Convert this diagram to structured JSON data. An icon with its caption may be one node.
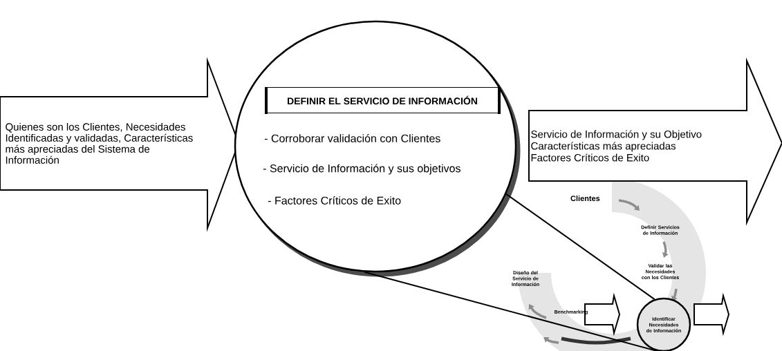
{
  "diagram": {
    "nodes": [
      {
        "text": [
          "Quienes son los Clientes, Necesidades Identificadas y validadas, Características más apreciadas del Sistema de Información"
        ]
      },
      {
        "text": [
          "- Corroborar validación con Clientes",
          "- Servicio de Información y sus objetivos",
          "- Factores Críticos de Exito"
        ]
      },
      {
        "text": [
          "DEFINIR EL SERVICIO DE INFORMACIÓN"
        ],
        "in": 1
      },
      {
        "text": [
          "Servicio de Información y su Objetivo",
          "Características más apreciadas",
          "Factores Críticos de Exito"
        ]
      },
      {
        "text": [
          "Identificar Necesidades de Información"
        ]
      },
      {
        "text": [],
        "shape": "arrow"
      },
      {
        "text": [],
        "shape": "arrow"
      }
    ],
    "edges": [
      {
        "from": 1,
        "to": 4,
        "arrow": "none"
      },
      {
        "from": 1,
        "to": 4,
        "arrow": "none"
      }
    ],
    "labels": [
      "Clientes",
      "Definir Servicios de Información",
      "Validar las Necesidades con los Clientes",
      "Diseño del Servicio de Información",
      "Benchmarking"
    ]
  }
}
